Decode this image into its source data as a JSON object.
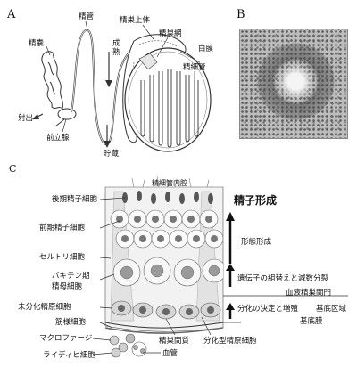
{
  "panel_a": {
    "letter": "A",
    "labels": {
      "seminal_vesicle": "精嚢",
      "vas_deferens": "精管",
      "epididymis": "精巣上体",
      "rete_testis": "精巣網",
      "maturation": "成熟",
      "tunica_albuginea": "白膜",
      "seminiferous_tubule": "精細管",
      "ejaculation": "射出",
      "prostate": "前立腺",
      "storage": "貯蔵"
    }
  },
  "panel_b": {
    "letter": "B"
  },
  "panel_c": {
    "letter": "C",
    "left_labels": {
      "lumen": "精細管内腔",
      "late_spermatid": "後期精子細胞",
      "early_spermatid": "前期精子細胞",
      "sertoli": "セルトリ細胞",
      "pachytene_1": "パキテン期",
      "pachytene_2": "精母細胞",
      "undiff_spermatogonia": "未分化精原細胞",
      "peritubular_myoid": "筋様細胞",
      "macrophage": "マクロファージ",
      "leydig": "ライディヒ細胞",
      "blood_vessel": "血管",
      "interstitium": "精巣間質",
      "diff_spermatogonia": "分化型精原細胞"
    },
    "right_labels": {
      "spermatogenesis": "精子形成",
      "morphogenesis": "形態形成",
      "meiosis": "遺伝子の組替えと減数分裂",
      "blood_testis_barrier": "血液精巣関門",
      "proliferation": "分化の決定と増殖",
      "basal_compartment": "基底区域",
      "basement_membrane": "基底膜"
    }
  }
}
